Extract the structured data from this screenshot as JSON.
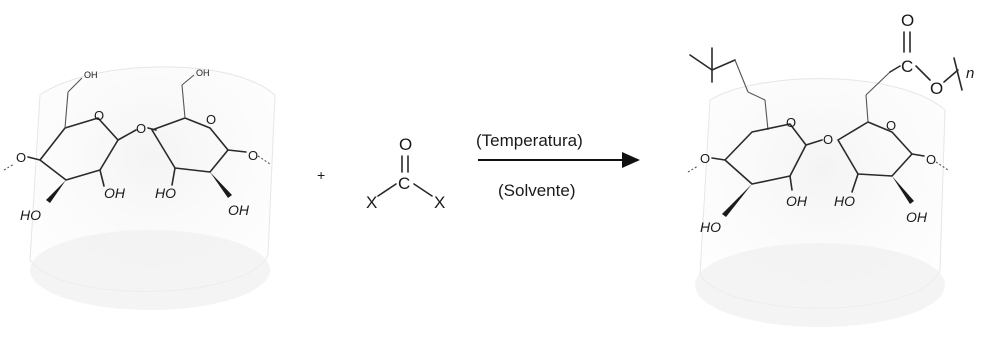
{
  "reactant": {
    "oh_labels": [
      "OH",
      "OH"
    ],
    "hydroxyl_labels": [
      "OH",
      "HO",
      "HO",
      "OH"
    ],
    "ring_oxygens": [
      "O",
      "O"
    ],
    "bridge_oxygens": [
      "O",
      "O",
      "O"
    ]
  },
  "plus_sign": "+",
  "reagent": {
    "carbonyl_oxygen": "O",
    "carbon": "C",
    "left_group": "X",
    "right_group": "X"
  },
  "arrow": {
    "above_label": "(Temperatura)",
    "below_label": "(Solvente)"
  },
  "product": {
    "carbonyl_oxygen": "O",
    "carbon": "C",
    "ester_oxygen": "O",
    "repeat_subscript": "n",
    "hydroxyl_labels": [
      "OH",
      "HO",
      "HO",
      "OH"
    ],
    "ring_oxygens": [
      "O",
      "O"
    ],
    "bridge_oxygens": [
      "O",
      "O",
      "O"
    ]
  }
}
